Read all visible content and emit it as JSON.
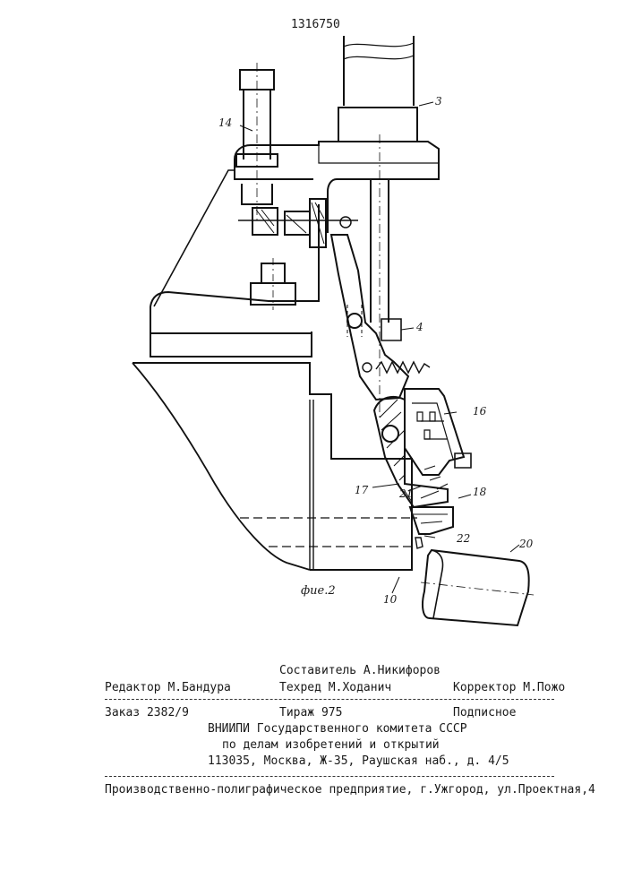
{
  "patent_number": "1316750",
  "figure": {
    "caption": "фие.2",
    "labels": {
      "l14": "14",
      "l3": "3",
      "l4": "4",
      "l16": "16",
      "l17": "17",
      "l21": "21",
      "l18": "18",
      "l22": "22",
      "l20": "20",
      "l10": "10"
    }
  },
  "colophon": {
    "composer": "Составитель А.Никифоров",
    "editor": "Редактор М.Бандура",
    "techred": "Техред М.Ходанич",
    "corrector": "Корректор М.Пожо",
    "order": "Заказ 2382/9",
    "circulation": "Тираж 975",
    "subscription": "Подписное",
    "org_line1": "ВНИИПИ Государственного комитета СССР",
    "org_line2": "по делам изобретений и открытий",
    "address": "113035, Москва, Ж-35, Раушская наб., д. 4/5",
    "printer": "Производственно-полиграфическое предприятие, г.Ужгород, ул.Проектная,4"
  }
}
